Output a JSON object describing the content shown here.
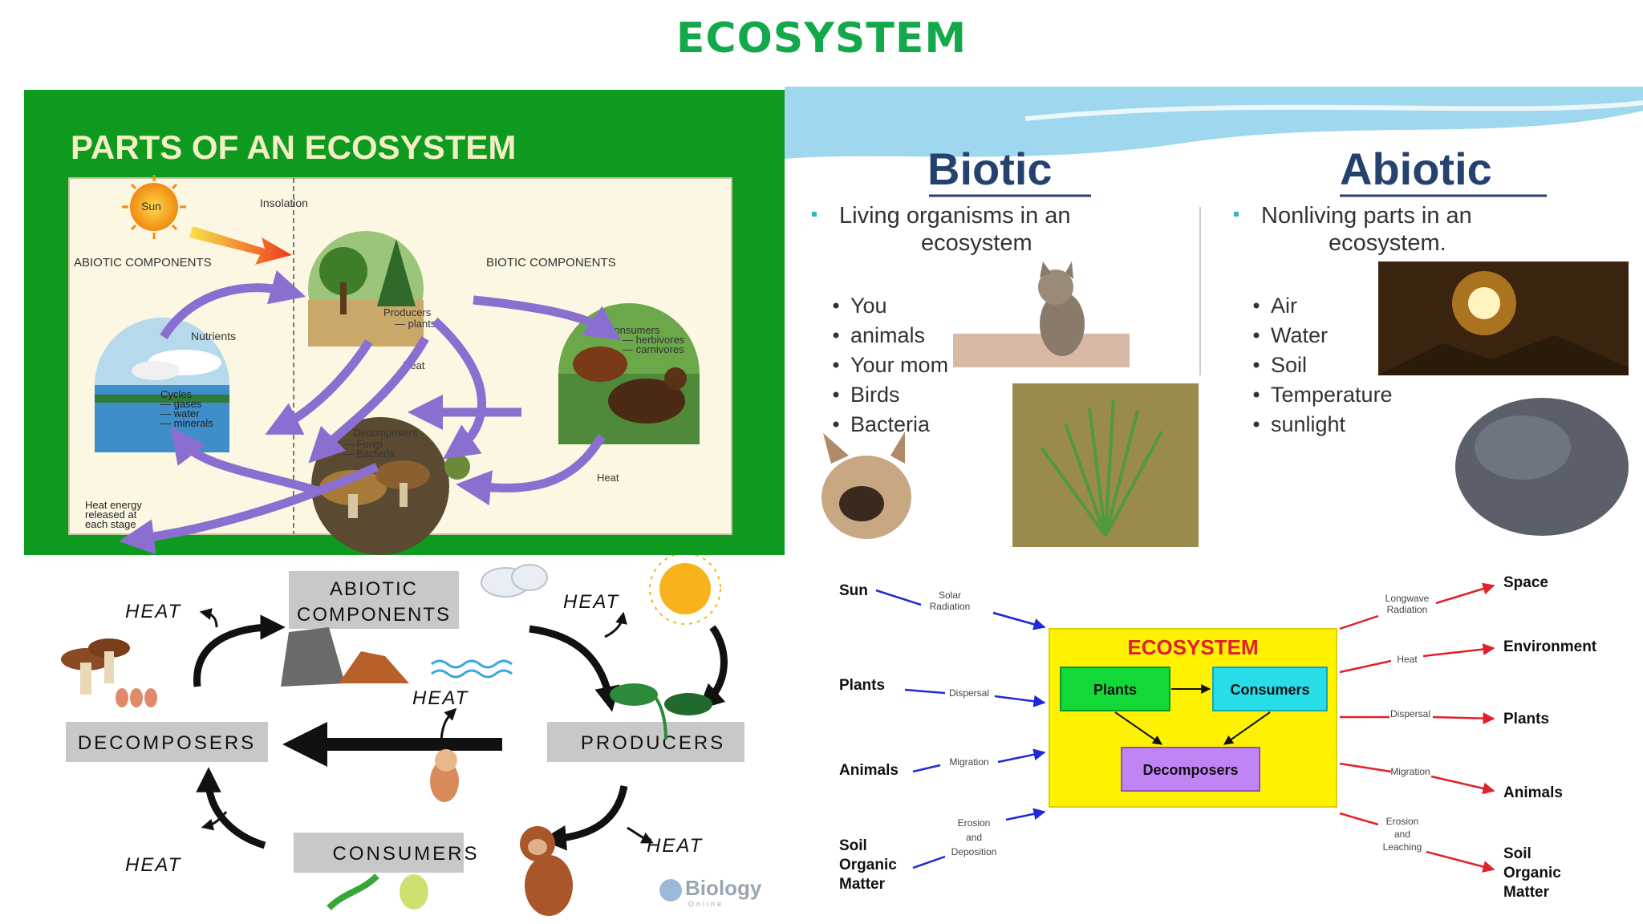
{
  "title": "ECOSYSTEM",
  "parts": {
    "heading": "PARTS OF AN ECOSYSTEM",
    "sun": "Sun",
    "insolation": "Insolation",
    "abiotic": "ABIOTIC COMPONENTS",
    "biotic": "BIOTIC COMPONENTS",
    "producers_1": "Producers",
    "producers_2": "— plants",
    "consumers_1": "Consumers",
    "consumers_2": "— herbivores",
    "consumers_3": "— carnivores",
    "nutrients": "Nutrients",
    "cycles_1": "Cycles",
    "cycles_2": "— gases",
    "cycles_3": "— water",
    "cycles_4": "— minerals",
    "heat_center": "Heat",
    "decomposers_1": "Decomposers",
    "decomposers_2": "— Fungi",
    "decomposers_3": "— Bacteria",
    "heat_right": "Heat",
    "heat_energy_1": "Heat energy",
    "heat_energy_2": "released at",
    "heat_energy_3": "each stage"
  },
  "biotic_abiotic": {
    "biotic_title": "Biotic",
    "biotic_def_1": "Living organisms in an",
    "biotic_def_2": "ecosystem",
    "biotic_items": [
      "You",
      "animals",
      "Your mom",
      "Birds",
      "Bacteria"
    ],
    "abiotic_title": "Abiotic",
    "abiotic_def_1": "Nonliving parts in an",
    "abiotic_def_2": "ecosystem.",
    "abiotic_items": [
      "Air",
      "Water",
      "Soil",
      "Temperature",
      "sunlight"
    ]
  },
  "cycle": {
    "abiotic_1": "ABIOTIC",
    "abiotic_2": "COMPONENTS",
    "decomposers": "DECOMPOSERS",
    "producers": "PRODUCERS",
    "consumers": "CONSUMERS",
    "heat_tl": "HEAT",
    "heat_tr": "HEAT",
    "heat_mid": "HEAT",
    "heat_br": "HEAT",
    "heat_bl": "HEAT",
    "logo": "Biology",
    "logo_sub": "Online"
  },
  "flow": {
    "box_title": "ECOSYSTEM",
    "plants_box": "Plants",
    "consumers_box": "Consumers",
    "decomposers_box": "Decomposers",
    "in_sun": "Sun",
    "in_sun_label_1": "Solar",
    "in_sun_label_2": "Radiation",
    "in_plants": "Plants",
    "in_plants_label": "Dispersal",
    "in_animals": "Animals",
    "in_animals_label": "Migration",
    "in_soil_1": "Soil",
    "in_soil_2": "Organic",
    "in_soil_3": "Matter",
    "in_soil_label_1": "Erosion",
    "in_soil_label_2": "and",
    "in_soil_label_3": "Deposition",
    "out_space": "Space",
    "out_space_label_1": "Longwave",
    "out_space_label_2": "Radiation",
    "out_env": "Environment",
    "out_env_label": "Heat",
    "out_plants": "Plants",
    "out_plants_label": "Dispersal",
    "out_animals": "Animals",
    "out_animals_label": "Migration",
    "out_soil_1": "Soil",
    "out_soil_2": "Organic",
    "out_soil_3": "Matter",
    "out_soil_label_1": "Erosion",
    "out_soil_label_2": "and",
    "out_soil_label_3": "Leaching"
  },
  "colors": {
    "title_green": "#13a84a",
    "panel_green": "#0d9a1f",
    "heading_cream": "#f3eec4",
    "arrow_purple": "#8a6fd0",
    "biotic_blue": "#25416e",
    "flow_yellow": "#fff200",
    "flow_green": "#12d838",
    "flow_cyan": "#27dde8",
    "flow_violet": "#c084f5",
    "flow_red": "#e0202a",
    "flow_blue": "#1f2ad6"
  }
}
